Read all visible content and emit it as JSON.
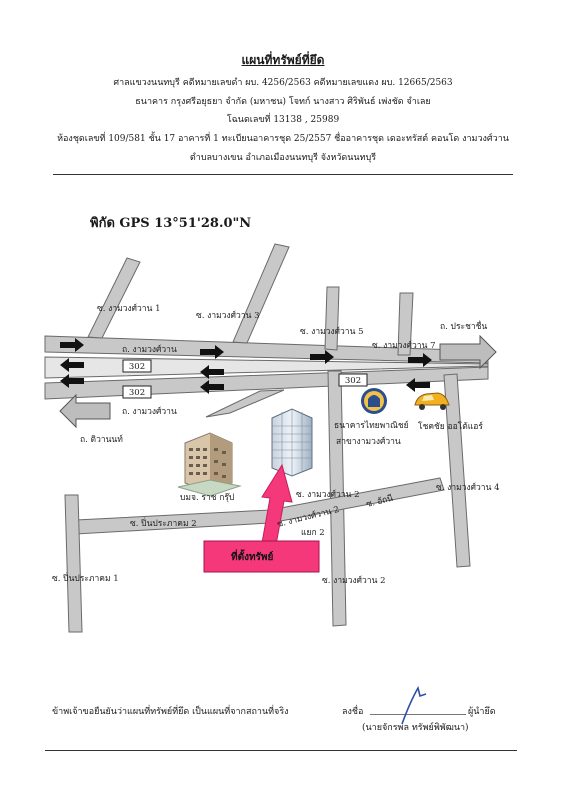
{
  "header": {
    "title": "แผนที่ทรัพย์ที่ยึด",
    "line1": "ศาลแขวงนนทบุรี  คดีหมายเลขดำ ผบ. 4256/2563 คดีหมายเลขแดง ผบ. 12665/2563",
    "line2": "ธนาคาร กรุงศรีอยุธยา จำกัด (มหาชน)  โจทก์ นางสาว  ศิริพันธ์   เพ่งชัด   จำเลย",
    "line3": "โฉนดเลขที่ 13138 , 25989",
    "line4": "ห้องชุดเลขที่ 109/581 ชั้น 17 อาคารที่ 1 ทะเบียนอาคารชุด 25/2557 ชื่ออาคารชุด  เดอะทรัสต์ คอนโด งามวงศ์วาน",
    "line5": "ตำบลบางเขน  อำเภอเมืองนนทบุรี จังหวัดนนทบุรี"
  },
  "gps": "พิกัด GPS 13°51'28.0\"N",
  "map": {
    "soi1": "ซ. งามวงศ์วาน 1",
    "soi3": "ซ. งามวงศ์วาน 3",
    "soi5": "ซ. งามวงศ์วาน 5",
    "soi7": "ซ. งามวงศ์วาน 7",
    "prachachuen": "ถ. ประชาชื่น",
    "road_top": "ถ. งามวงศ์วาน",
    "road_bottom": "ถ. งามวงศ์วาน",
    "hwy_a": "302",
    "hwy_b": "302",
    "hwy_c": "302",
    "tiwanon": "ถ. ติวานนท์",
    "raj_group": "บมจ. ราช กรุ๊ป",
    "bank_l1": "ธนาคารไทยพาณิชย์",
    "bank_l2": "สาขางามวงศ์วาน",
    "chokchai": "โชคชัย  ออโต้แอร์",
    "soi2_a": "ซ. งามวงศ์วาน 2",
    "soi2_b": "ซ. งามวงศ์วาน 2",
    "soi2_c": "ซ. งามวงศ์วาน 2",
    "yaek2": "แยก 2",
    "athini": "ซ. อัถนี",
    "soi4": "ซ. งามวงศ์วาน 4",
    "pin2": "ซ. ปิ่นประภาคม 2",
    "pin1": "ซ. ปิ่นประภาคม 1",
    "property": "ที่ตั้งทรัพย์",
    "arrow_color": "#f5387a",
    "bank_color": "#2b4f8c",
    "car_color": "#f2b01e"
  },
  "footer": {
    "statement": "ข้าพเจ้าขอยืนยันว่าแผนที่ทรัพย์ที่ยึด เป็นแผนที่จากสถานที่จริง",
    "sign_label": "ลงชื่อ",
    "sign_role": "ผู้นำยึด",
    "signer": "(นายจักรพล   ทรัพย์พิพัฒนา)"
  }
}
